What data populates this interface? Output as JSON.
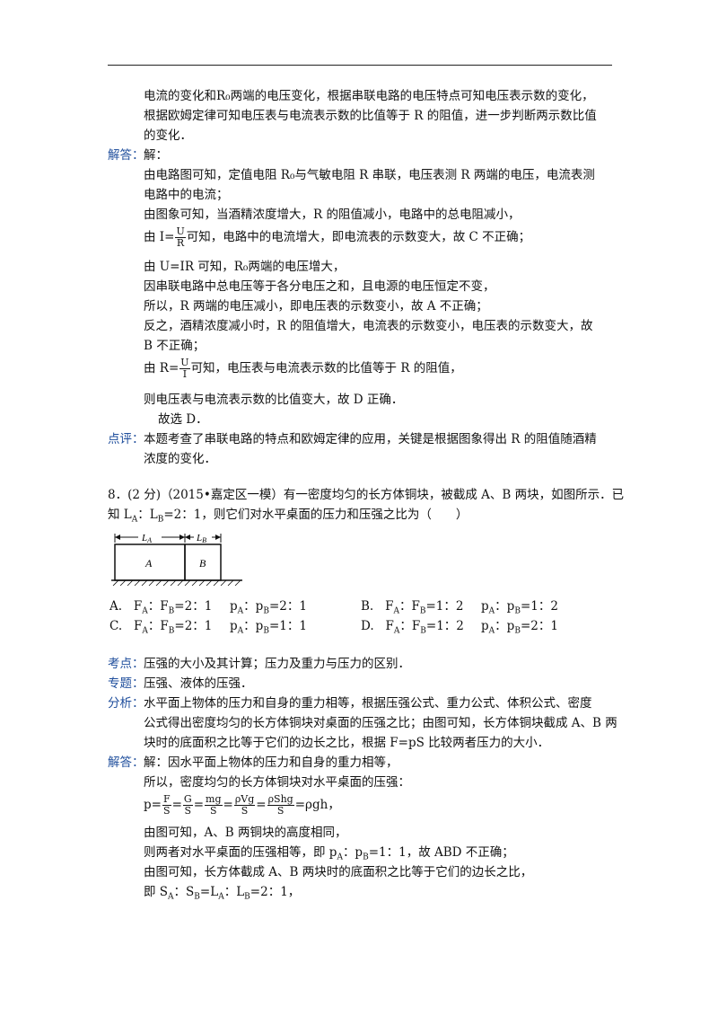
{
  "prev": {
    "analysis_lines": [
      "电流的变化和R₀两端的电压变化，根据串联电路的电压特点可知电压表示数的变化，",
      "根据欧姆定律可知电压表与电流表示数的比值等于 R 的阻值，进一步判断两示数比值",
      "的变化．"
    ],
    "answer_tag": "解答：",
    "answer_head": "解：",
    "answer_lines": [
      "由电路图可知，定值电阻 R₀与气敏电阻 R 串联，电压表测 R 两端的电压，电流表测",
      "电路中的电流；",
      "由图象可知，当酒精浓度增大，R 的阻值减小，电路中的总电阻减小，"
    ],
    "ohm1_prefix": "由 I=",
    "ohm1_num": "U",
    "ohm1_den": "R",
    "ohm1_suffix": "可知，电路中的电流增大，即电流表的示数变大，故 C 不正确；",
    "answer_lines2": [
      "由 U=IR 可知，R₀两端的电压增大，",
      "因串联电路中总电压等于各分电压之和，且电源的电压恒定不变，",
      "所以，R 两端的电压减小，即电压表的示数变小，故 A 不正确；",
      "反之，酒精浓度减小时，R 的阻值增大，电流表的示数变小，电压表的示数变大，故",
      "B 不正确；"
    ],
    "ohm2_prefix": "由 R=",
    "ohm2_num": "U",
    "ohm2_den": "I",
    "ohm2_suffix": "可知，电压表与电流表示数的比值等于 R 的阻值，",
    "answer_lines3": [
      "则电压表与电流表示数的比值变大，故 D 正确．",
      "故选 D．"
    ],
    "comment_tag": "点评：",
    "comment_lines": [
      "本题考查了串联电路的特点和欧姆定律的应用，关键是根据图象得出 R 的阻值随酒精",
      "浓度的变化．"
    ]
  },
  "q8": {
    "stem_line1": "8．(2 分)（2015•嘉定区一模）有一密度均匀的长方体铜块，被截成 A、B 两块，如图所示．已",
    "stem_line2": "知 L_A：L_B=2：1，则它们对水平桌面的压力和压强之比为（　　）",
    "figure": {
      "label_LA": "L_A",
      "label_LB": "L_B",
      "block_A": "A",
      "block_B": "B"
    },
    "options": [
      {
        "label": "A.",
        "force": "F_A：F_B=2：1",
        "pressure": "p_A：p_B=2：1"
      },
      {
        "label": "B.",
        "force": "F_A：F_B=1：2",
        "pressure": "p_A：p_B=1：2"
      },
      {
        "label": "C.",
        "force": "F_A：F_B=2：1",
        "pressure": "p_A：p_B=1：1"
      },
      {
        "label": "D.",
        "force": "F_A：F_B=1：2",
        "pressure": "p_A：p_B=2：1"
      }
    ],
    "kaodian_tag": "考点：",
    "kaodian": "压强的大小及其计算；压力及重力与压力的区别．",
    "zhuanti_tag": "专题：",
    "zhuanti": "压强、液体的压强．",
    "fenxi_tag": "分析：",
    "fenxi_lines": [
      "水平面上物体的压力和自身的重力相等，根据压强公式、重力公式、体积公式、密度",
      "公式得出密度均匀的长方体铜块对桌面的压强之比；由图可知，长方体铜块截成 A、B 两",
      "块时的底面积之比等于它们的边长之比，根据 F=pS 比较两者压力的大小．"
    ],
    "jieda_tag": "解答：",
    "jieda_lines": [
      "解：因水平面上物体的压力和自身的重力相等，",
      "所以，密度均匀的长方体铜块对水平桌面的压强："
    ],
    "formula": {
      "p": "p=",
      "f1n": "F",
      "f1d": "S",
      "f2n": "G",
      "f2d": "S",
      "f3n": "mg",
      "f3d": "S",
      "f4n": "ρVg",
      "f4d": "S",
      "f5n": "ρShg",
      "f5d": "S",
      "tail": "=ρgh，"
    },
    "jieda_lines2": [
      "由图可知，A、B 两铜块的高度相同，",
      "则两者对水平桌面的压强相等，即 p_A：p_B=1：1，故 ABD 不正确；",
      "由图可知，长方体截成 A、B 两块时的底面积之比等于它们的边长之比，",
      "即 S_A：S_B=L_A：L_B=2：1，"
    ]
  }
}
